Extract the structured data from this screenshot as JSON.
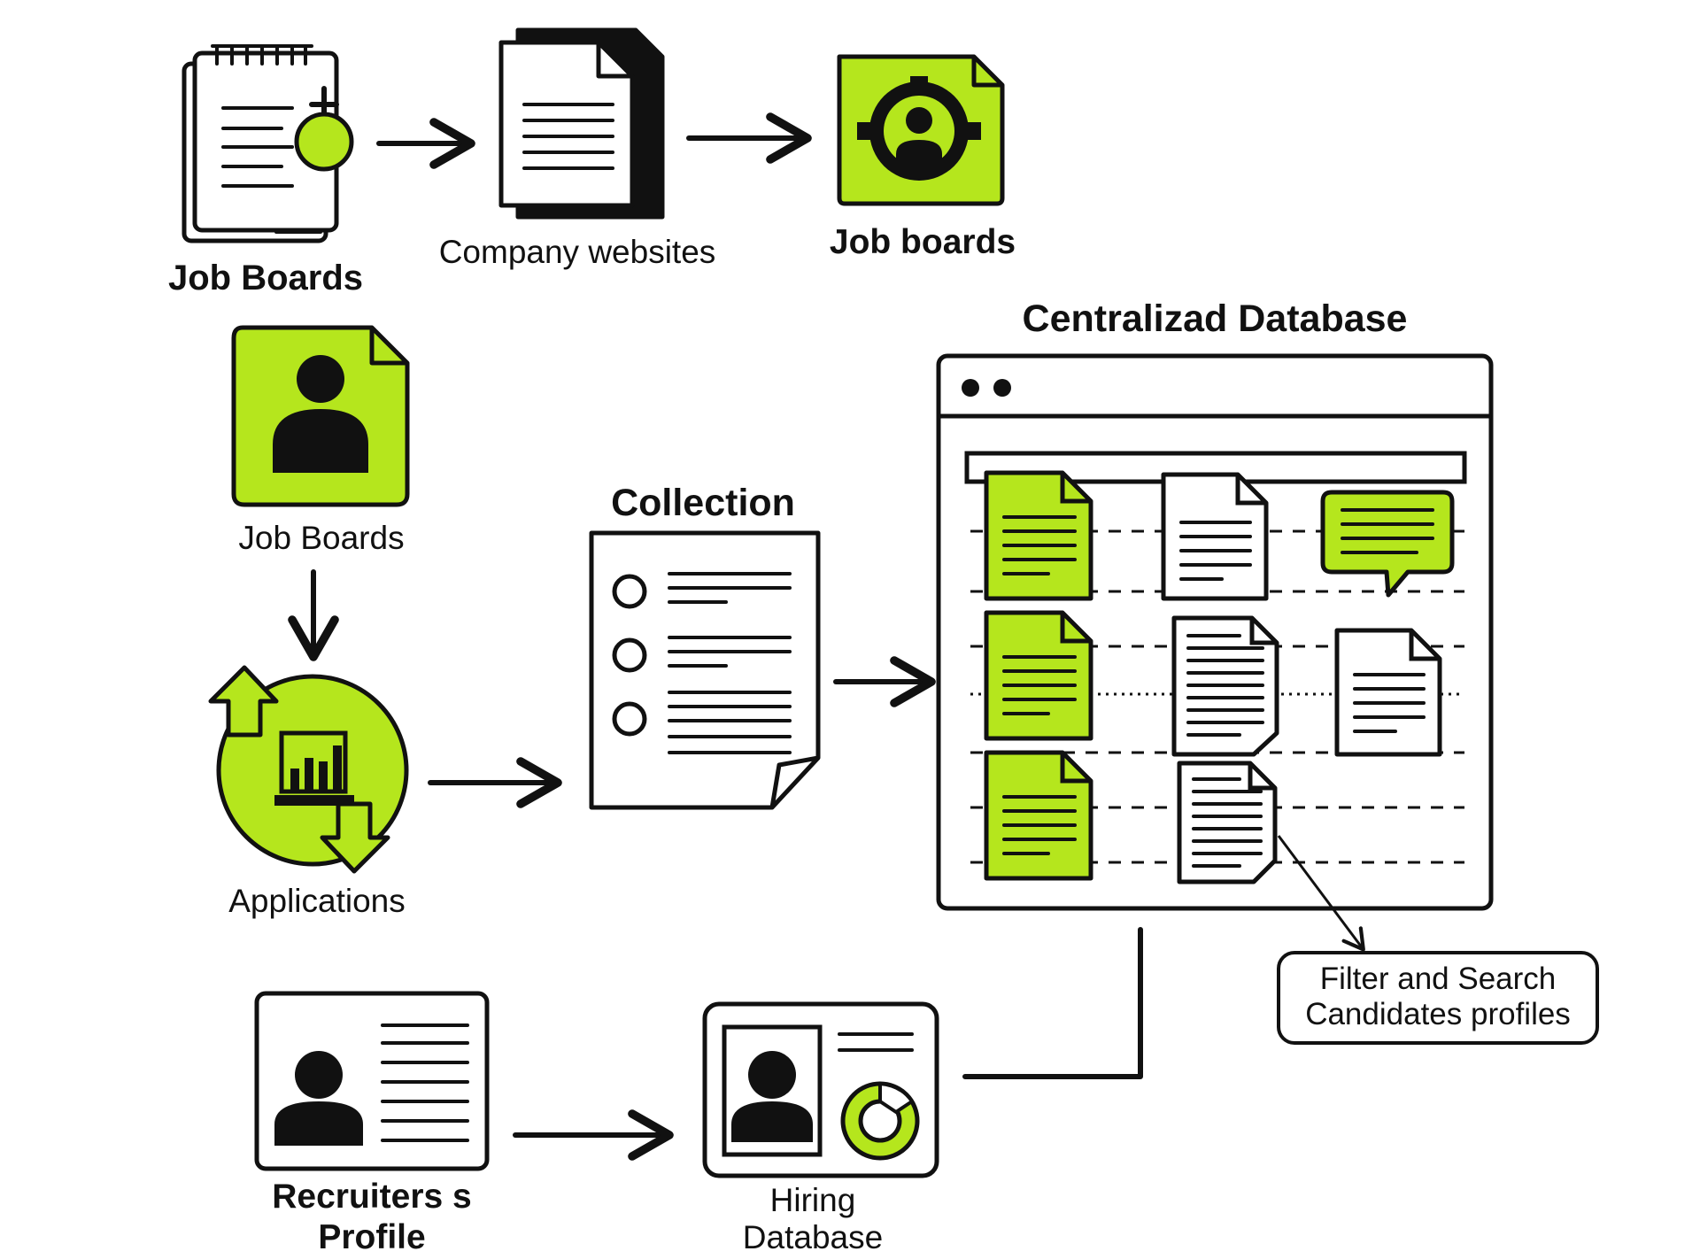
{
  "colors": {
    "accent": "#b5e61d",
    "ink": "#111111",
    "paper": "#ffffff"
  },
  "nodes": {
    "job_boards_top": {
      "label": "Job Boards",
      "icon": "notepad-target-icon"
    },
    "company_websites": {
      "label": "Company websites",
      "icon": "documents-stack-icon"
    },
    "job_boards_right": {
      "label": "Job boards",
      "icon": "target-person-icon"
    },
    "job_boards_mid": {
      "label": "Job Boards",
      "icon": "person-file-icon"
    },
    "applications": {
      "label": "Applications",
      "icon": "refresh-chart-icon"
    },
    "collection": {
      "title": "Collection",
      "icon": "checklist-document-icon"
    },
    "centralized_database": {
      "title": "Centralizad Database",
      "icon": "browser-window-icon"
    },
    "filter_search": {
      "line1": "Filter and Search",
      "line2": "Candidates profiles"
    },
    "recruiters_profile": {
      "line1": "Recruiters s",
      "line2": "Profile",
      "icon": "id-card-icon"
    },
    "hiring_database": {
      "line1": "Hiring",
      "line2": "Database",
      "icon": "profile-card-chart-icon"
    }
  }
}
